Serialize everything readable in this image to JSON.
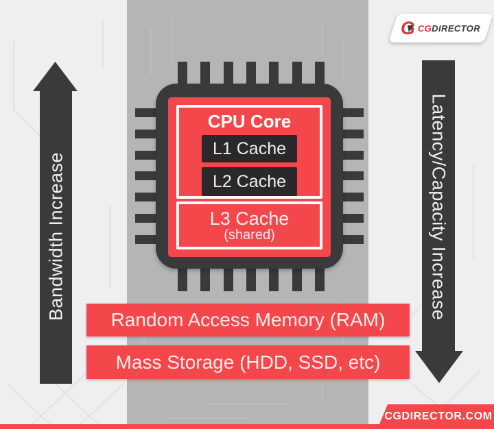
{
  "colors": {
    "accent_red": "#f4474b",
    "dark_grey": "#3a393b",
    "cache_box_dark": "#29292b",
    "band_middle": "#b5b4b6",
    "band_sides": "#efeef0",
    "logo_red": "#d8393e",
    "text_light": "#ffffff"
  },
  "logo": {
    "g_icon": "cgdirector-g-icon",
    "cg": "CG",
    "director": "DIRECTOR"
  },
  "arrows": {
    "left": {
      "label": "Bandwidth Increase",
      "direction": "up"
    },
    "right": {
      "label": "Latency/Capacity Increase",
      "direction": "down"
    }
  },
  "chip": {
    "title": "CPU Core",
    "l1_label": "L1 Cache",
    "l2_label": "L2 Cache",
    "l3_label": "L3 Cache",
    "l3_sub": "(shared)",
    "pins_per_side": 7
  },
  "bars": [
    {
      "label": "Random Access Memory (RAM)"
    },
    {
      "label": "Mass Storage (HDD, SSD, etc)"
    }
  ],
  "footer": {
    "url": "CGDIRECTOR.COM"
  }
}
